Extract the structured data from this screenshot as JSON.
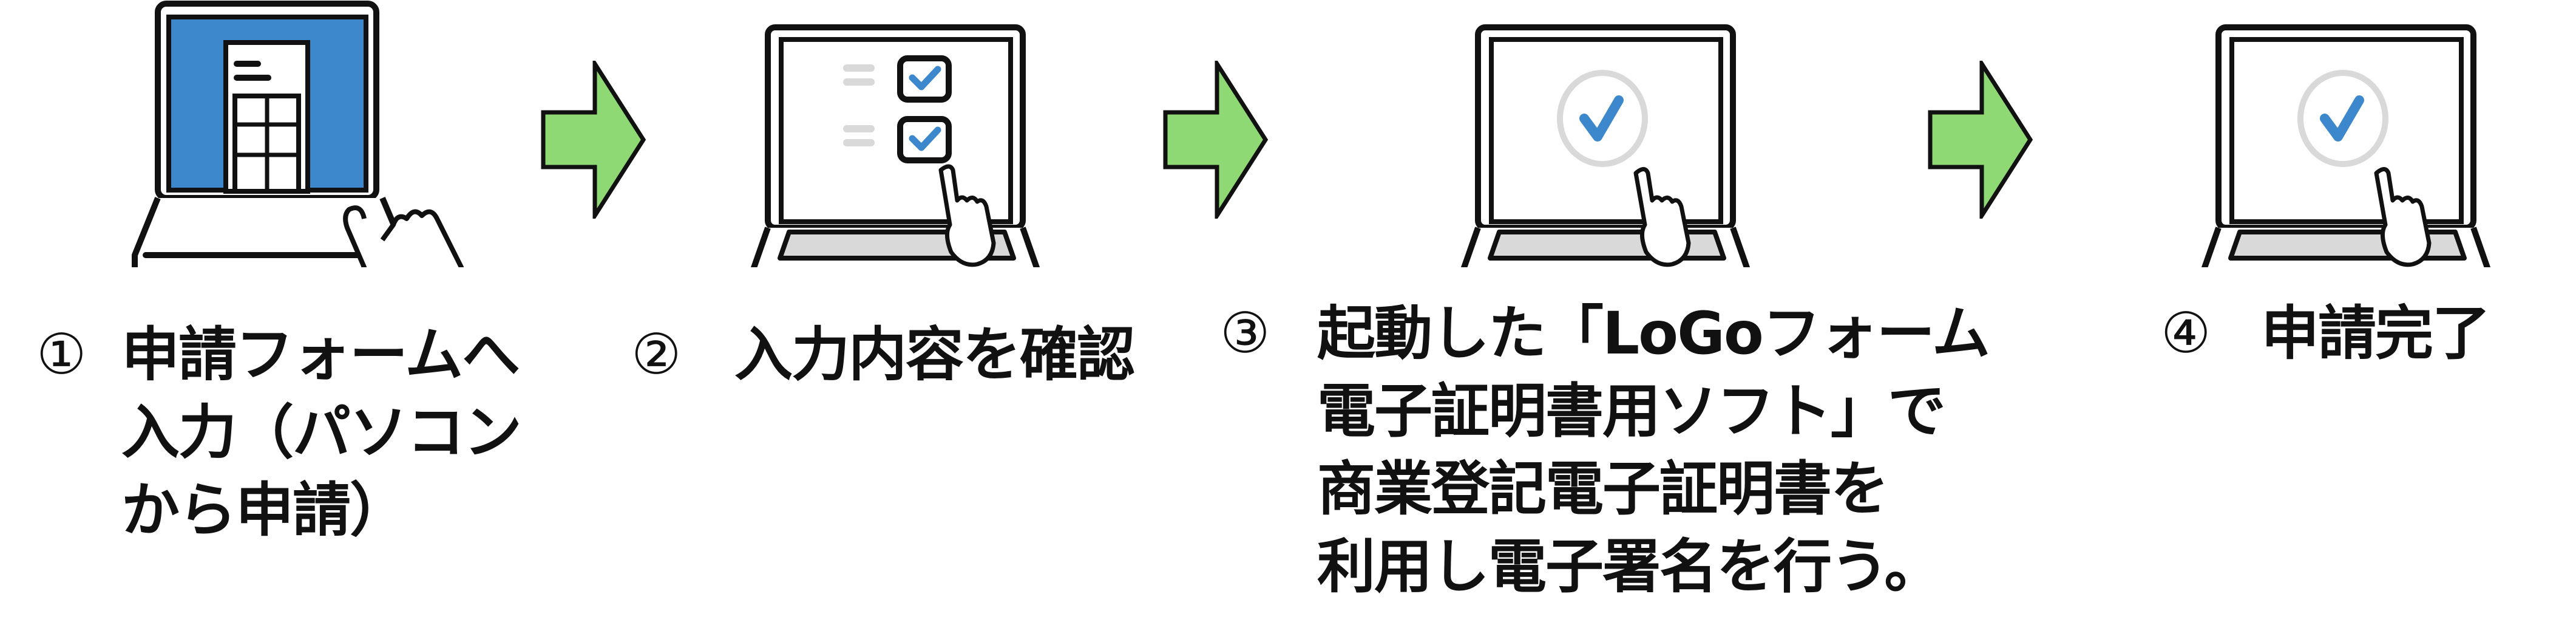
{
  "steps": [
    {
      "number": "①",
      "lines": [
        "申請フォームへ",
        "入力（パソコン",
        "から申請）"
      ],
      "illustration": "laptop-form-icon"
    },
    {
      "number": "②",
      "lines": [
        "入力内容を確認"
      ],
      "illustration": "laptop-checklist-icon"
    },
    {
      "number": "③",
      "lines": [
        "起動した「LoGoフォーム",
        "電子証明書用ソフト」で",
        "商業登記電子証明書を",
        "利用し電子署名を行う。"
      ],
      "illustration": "laptop-check-circle-icon"
    },
    {
      "number": "④",
      "lines": [
        "申請完了"
      ],
      "illustration": "laptop-check-circle-icon"
    }
  ],
  "colors": {
    "arrow": "#8fd974",
    "screen_blue": "#3d88cc",
    "check_blue": "#3d88cc",
    "gray": "#d9d9d9",
    "outline": "#111111"
  }
}
